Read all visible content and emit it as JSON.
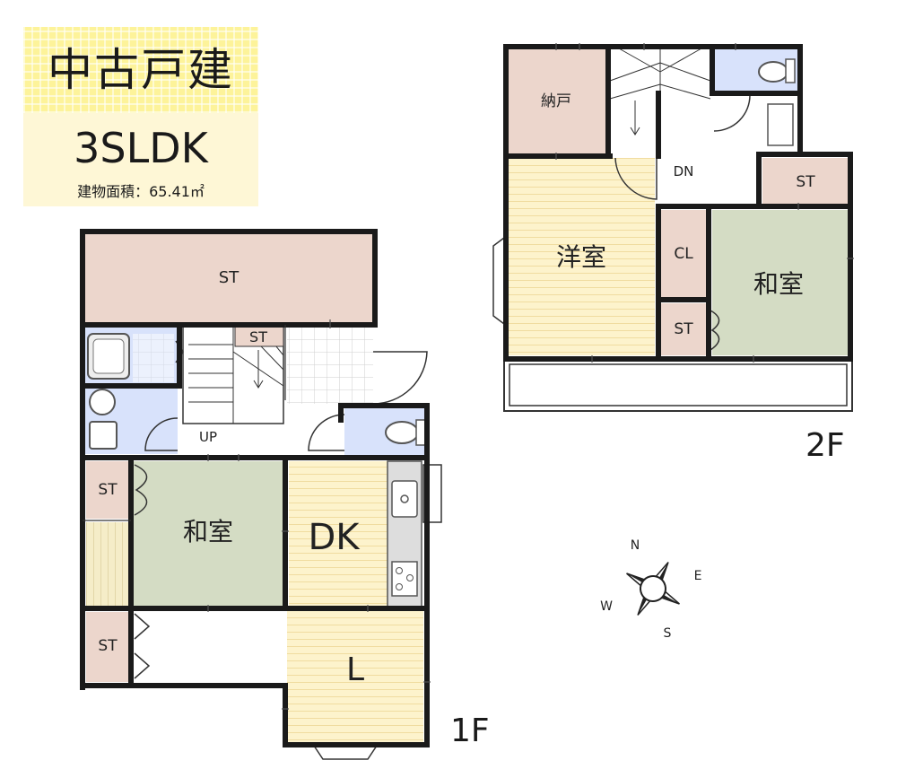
{
  "badge": {
    "title": "中古戸建",
    "layout": "3SLDK",
    "floor_area": "建物面積：65.41㎡"
  },
  "floors": {
    "first": {
      "label": "1F",
      "rooms": {
        "storage_top": "ST",
        "storage_stair": "ST",
        "hall": "UP",
        "storage_left": "ST",
        "washitsu": "和室",
        "dk": "DK",
        "storage_bottom": "ST",
        "living": "L"
      }
    },
    "second": {
      "label": "2F",
      "rooms": {
        "nando": "納戸",
        "hall": "DN",
        "storage_right": "ST",
        "yoshitsu": "洋室",
        "closet": "CL",
        "storage_mid": "ST",
        "washitsu": "和室"
      }
    }
  },
  "compass": {
    "north": "N",
    "east": "E",
    "south": "S",
    "west": "W"
  },
  "colors": {
    "storage": "#ecd6cc",
    "western_room": "#fdf3cc",
    "japanese_room": "#d4dcc4",
    "wet_area": "#d8e2fb",
    "wall": "#1a1a1a",
    "badge_yellow": "#fdf39a"
  }
}
